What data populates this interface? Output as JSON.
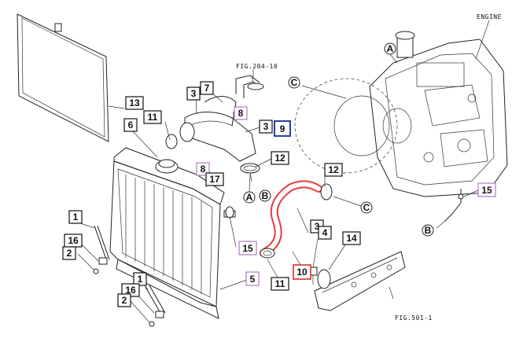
{
  "figure_refs": {
    "engine": "ENGINE",
    "fig_top": "FIG.204-10",
    "fig_bottom": "FIG.501-1"
  },
  "connector_letters": {
    "A": "A",
    "B": "B",
    "C": "C"
  },
  "callouts": [
    {
      "id": "c13",
      "text": "13",
      "style": "black"
    },
    {
      "id": "c7",
      "text": "7",
      "style": "black"
    },
    {
      "id": "c3a",
      "text": "3",
      "style": "black"
    },
    {
      "id": "c8a",
      "text": "8",
      "style": "purple"
    },
    {
      "id": "c11a",
      "text": "11",
      "style": "black"
    },
    {
      "id": "c6",
      "text": "6",
      "style": "black"
    },
    {
      "id": "c3b",
      "text": "3",
      "style": "black"
    },
    {
      "id": "c9",
      "text": "9",
      "style": "blue"
    },
    {
      "id": "c8b",
      "text": "8",
      "style": "purple"
    },
    {
      "id": "c17",
      "text": "17",
      "style": "black"
    },
    {
      "id": "c12a",
      "text": "12",
      "style": "black"
    },
    {
      "id": "c12b",
      "text": "12",
      "style": "black"
    },
    {
      "id": "c15a",
      "text": "15",
      "style": "purple"
    },
    {
      "id": "c1a",
      "text": "1",
      "style": "black"
    },
    {
      "id": "c16a",
      "text": "16",
      "style": "black"
    },
    {
      "id": "c2a",
      "text": "2",
      "style": "black"
    },
    {
      "id": "c15b",
      "text": "15",
      "style": "purple"
    },
    {
      "id": "c3c",
      "text": "3",
      "style": "black"
    },
    {
      "id": "c4",
      "text": "4",
      "style": "black"
    },
    {
      "id": "c14",
      "text": "14",
      "style": "black"
    },
    {
      "id": "c10",
      "text": "10",
      "style": "red"
    },
    {
      "id": "c11b",
      "text": "11",
      "style": "black"
    },
    {
      "id": "c5",
      "text": "5",
      "style": "purple"
    },
    {
      "id": "c1b",
      "text": "1",
      "style": "black"
    },
    {
      "id": "c16b",
      "text": "16",
      "style": "black"
    },
    {
      "id": "c2b",
      "text": "2",
      "style": "black"
    }
  ],
  "colors": {
    "black_box": "#111111",
    "purple_box": "#b07ac0",
    "blue_box": "#1a2a9a",
    "red_box": "#d83030",
    "red_hose": "#e83a3a"
  }
}
